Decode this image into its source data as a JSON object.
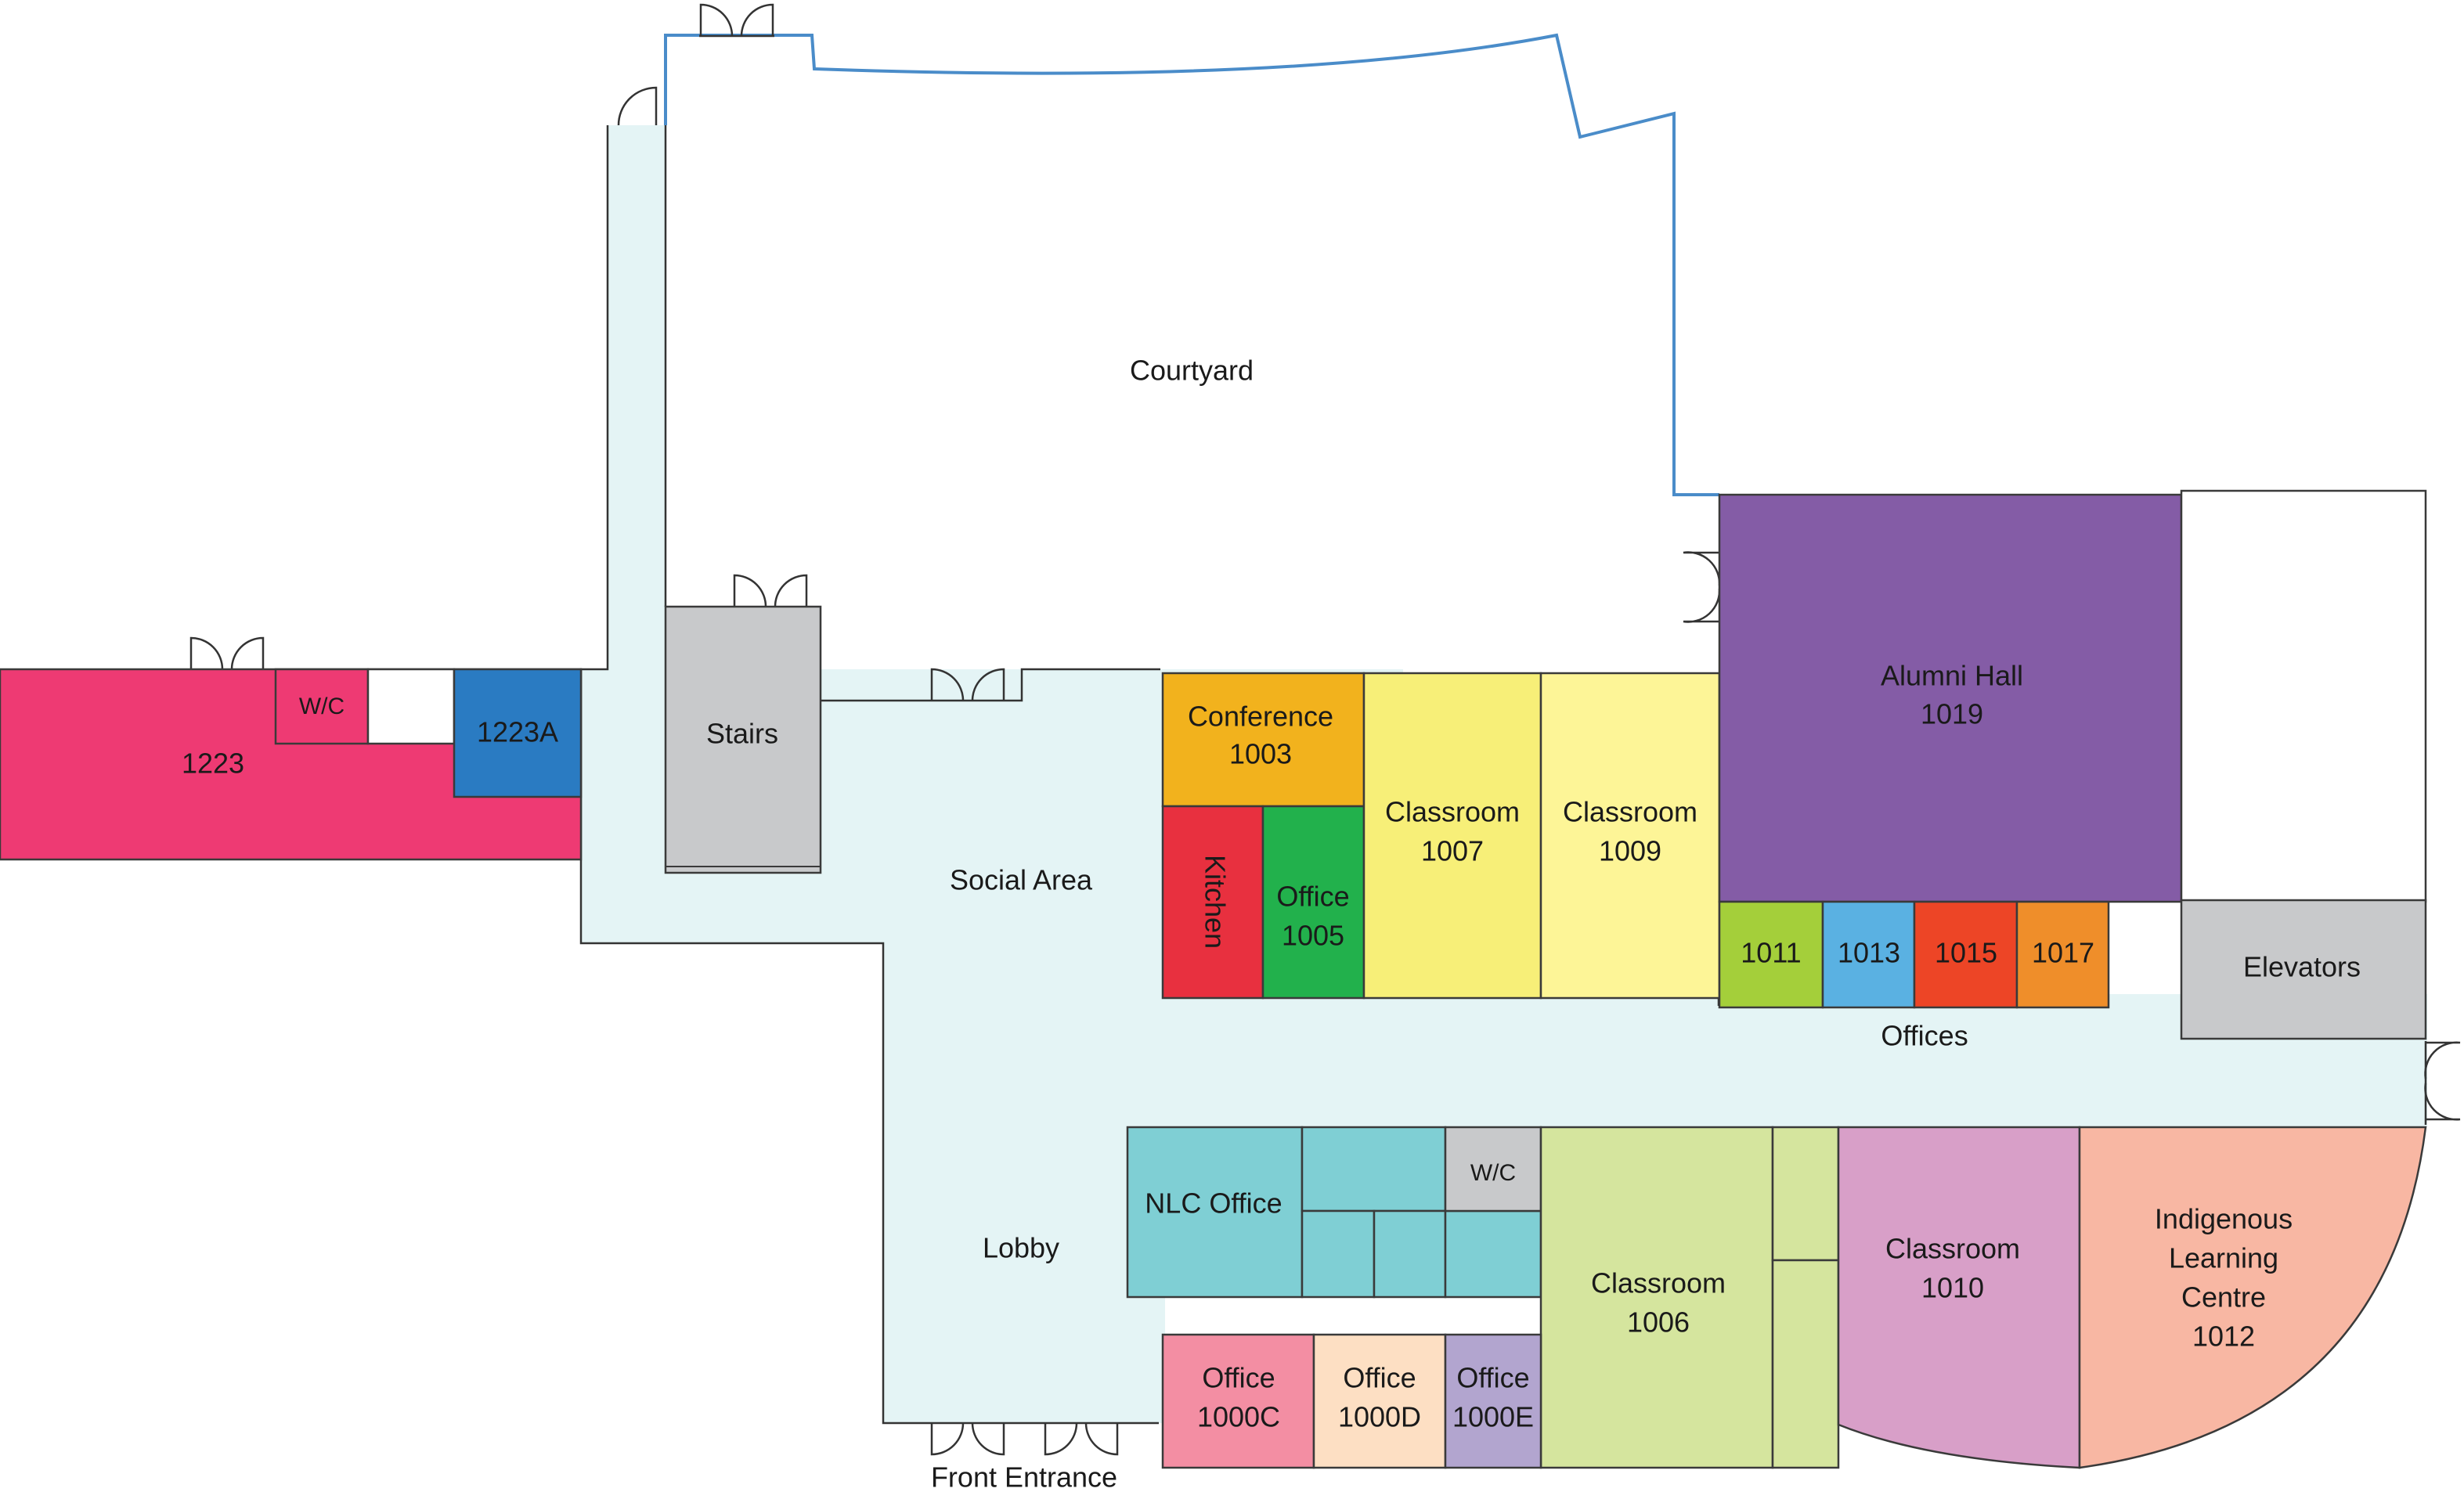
{
  "colors": {
    "corridor": "#e4f4f5",
    "courtyard_outline": "#4a8cc9",
    "room_1223": "#ee3a73",
    "room_1223A": "#2a7bc2",
    "stairs": "#c8c9cb",
    "conference": "#f2b21d",
    "kitchen": "#e8303f",
    "office_1005": "#22b14c",
    "classroom_1007": "#f7ef78",
    "classroom_1009": "#fdf597",
    "alumni_hall": "#845ca6",
    "office_1011": "#a4cf3a",
    "office_1013": "#5ab1e2",
    "office_1015": "#ed4526",
    "office_1017": "#ef8e2a",
    "elevators": "#c8c9cb",
    "nlc": "#7fcfd4",
    "wc_south": "#c8c9cb",
    "classroom_1006": "#d5e59e",
    "classroom_1010": "#d89fc8",
    "indigenous": "#f8b7a3",
    "office_1000C": "#f38ea3",
    "office_1000D": "#fddfc3",
    "office_1000E": "#b2a5cf"
  },
  "labels": {
    "courtyard": "Courtyard",
    "room_1223": "1223",
    "wc_north": "W/C",
    "room_1223A": "1223A",
    "stairs": "Stairs",
    "social_area": "Social Area",
    "conference": [
      "Conference",
      "1003"
    ],
    "kitchen": "Kitchen",
    "office_1005": [
      "Office",
      "1005"
    ],
    "classroom_1007": [
      "Classroom",
      "1007"
    ],
    "classroom_1009": [
      "Classroom",
      "1009"
    ],
    "alumni_hall": [
      "Alumni Hall",
      "1019"
    ],
    "office_1011": "1011",
    "office_1013": "1013",
    "office_1015": "1015",
    "office_1017": "1017",
    "offices": "Offices",
    "elevators": "Elevators",
    "nlc_office": "NLC Office",
    "wc_south": "W/C",
    "lobby": "Lobby",
    "classroom_1006": [
      "Classroom",
      "1006"
    ],
    "classroom_1010": [
      "Classroom",
      "1010"
    ],
    "indigenous": [
      "Indigenous",
      "Learning",
      "Centre",
      "1012"
    ],
    "office_1000C": [
      "Office",
      "1000C"
    ],
    "office_1000D": [
      "Office",
      "1000D"
    ],
    "office_1000E": [
      "Office",
      "1000E"
    ],
    "front_entrance": "Front Entrance"
  }
}
